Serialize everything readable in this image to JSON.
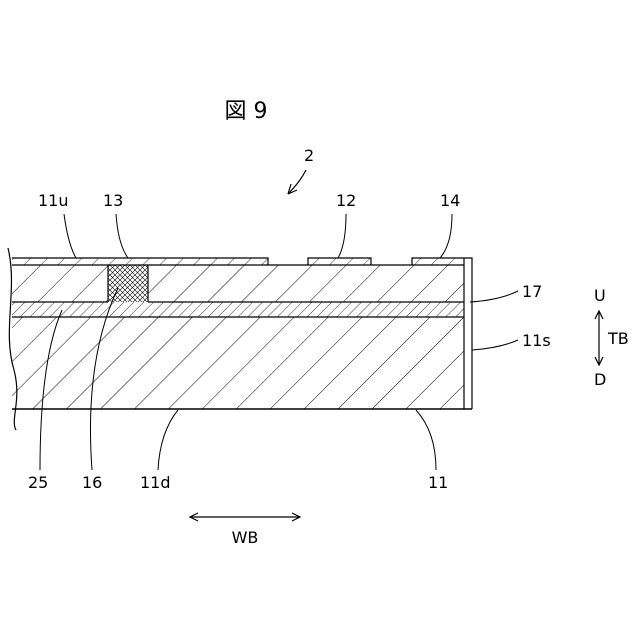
{
  "figure": {
    "title": "図 9"
  },
  "labels": {
    "assembly": "2",
    "l11u": "11u",
    "l13": "13",
    "l12": "12",
    "l14": "14",
    "l17": "17",
    "l11s": "11s",
    "l25": "25",
    "l16": "16",
    "l11d": "11d",
    "l11": "11"
  },
  "directions": {
    "up": "U",
    "down": "D",
    "thickness": "TB",
    "width": "WB"
  }
}
